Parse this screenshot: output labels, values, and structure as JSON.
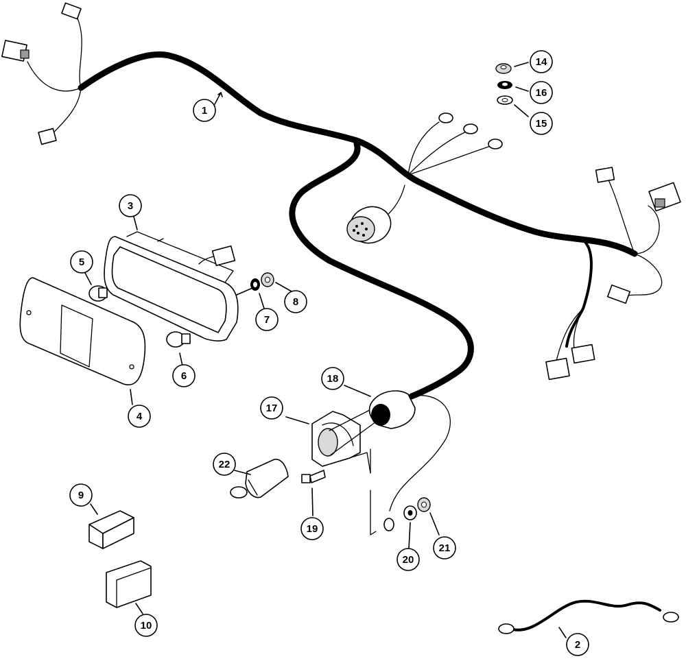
{
  "callouts": [
    {
      "id": "c1",
      "label": "1"
    },
    {
      "id": "c2",
      "label": "2"
    },
    {
      "id": "c3",
      "label": "3"
    },
    {
      "id": "c4",
      "label": "4"
    },
    {
      "id": "c5",
      "label": "5"
    },
    {
      "id": "c6",
      "label": "6"
    },
    {
      "id": "c7",
      "label": "7"
    },
    {
      "id": "c8",
      "label": "8"
    },
    {
      "id": "c9",
      "label": "9"
    },
    {
      "id": "c10",
      "label": "10"
    },
    {
      "id": "c14",
      "label": "14"
    },
    {
      "id": "c15",
      "label": "15"
    },
    {
      "id": "c16",
      "label": "16"
    },
    {
      "id": "c17",
      "label": "17"
    },
    {
      "id": "c18",
      "label": "18"
    },
    {
      "id": "c19",
      "label": "19"
    },
    {
      "id": "c20",
      "label": "20"
    },
    {
      "id": "c21",
      "label": "21"
    },
    {
      "id": "c22",
      "label": "22"
    }
  ]
}
